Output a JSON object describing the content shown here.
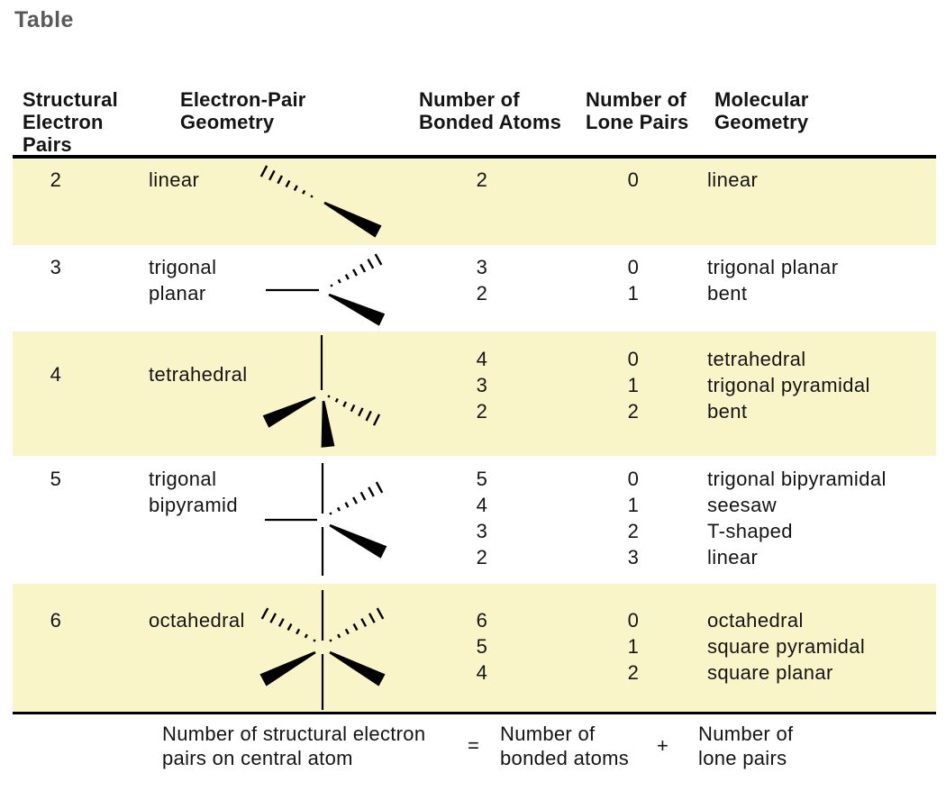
{
  "page_title": "Table",
  "table": {
    "row_highlight_color": "#faf5c8",
    "headers": {
      "pairs": [
        "Structural",
        "Electron",
        "Pairs"
      ],
      "electron_geometry": [
        "Electron-Pair",
        "Geometry"
      ],
      "bonded": [
        "Number of",
        "Bonded Atoms"
      ],
      "lone": [
        "Number of",
        "Lone Pairs"
      ],
      "molecular": [
        "Molecular",
        "Geometry"
      ]
    },
    "rows": [
      {
        "pairs": "2",
        "geometry": [
          "linear"
        ],
        "diagram": "linear-diagram",
        "bonded": [
          "2"
        ],
        "lone": [
          "0"
        ],
        "molecular": [
          "linear"
        ]
      },
      {
        "pairs": "3",
        "geometry": [
          "trigonal",
          "planar"
        ],
        "diagram": "trigonal-planar-diagram",
        "bonded": [
          "3",
          "2"
        ],
        "lone": [
          "0",
          "1"
        ],
        "molecular": [
          "trigonal planar",
          "bent"
        ]
      },
      {
        "pairs": "4",
        "geometry": [
          "tetrahedral"
        ],
        "diagram": "tetrahedral-diagram",
        "bonded": [
          "4",
          "3",
          "2"
        ],
        "lone": [
          "0",
          "1",
          "2"
        ],
        "molecular": [
          "tetrahedral",
          "trigonal pyramidal",
          "bent"
        ]
      },
      {
        "pairs": "5",
        "geometry": [
          "trigonal",
          "bipyramid"
        ],
        "diagram": "trigonal-bipyramid-diagram",
        "bonded": [
          "5",
          "4",
          "3",
          "2"
        ],
        "lone": [
          "0",
          "1",
          "2",
          "3"
        ],
        "molecular": [
          "trigonal bipyramidal",
          "seesaw",
          "T-shaped",
          "linear"
        ]
      },
      {
        "pairs": "6",
        "geometry": [
          "octahedral"
        ],
        "diagram": "octahedral-diagram",
        "bonded": [
          "6",
          "5",
          "4"
        ],
        "lone": [
          "0",
          "1",
          "2"
        ],
        "molecular": [
          "octahedral",
          "square pyramidal",
          "square planar"
        ]
      }
    ]
  },
  "footer_formula": {
    "lhs": [
      "Number of structural electron",
      "pairs on central atom"
    ],
    "equals": "=",
    "bonded": [
      "Number of",
      "bonded atoms"
    ],
    "plus": "+",
    "lone": [
      "Number of",
      "lone pairs"
    ]
  }
}
